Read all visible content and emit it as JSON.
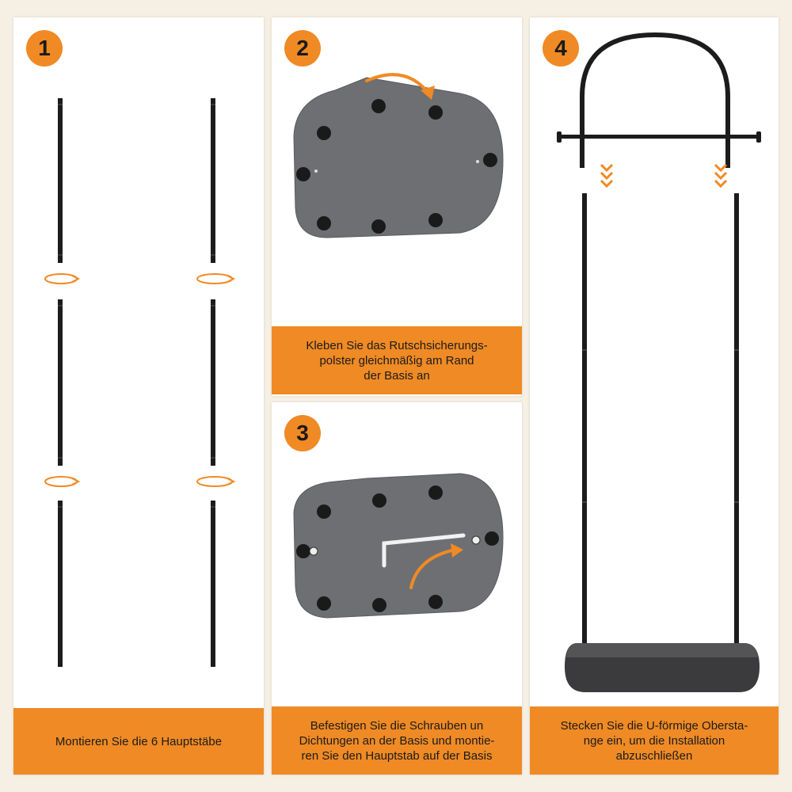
{
  "steps": [
    {
      "number": "1",
      "caption": "Montieren Sie die 6 Hauptstäbe"
    },
    {
      "number": "2",
      "caption": "Kleben Sie das Rutschsicherungs-\npolster gleichmäßig am Rand\nder Basis an"
    },
    {
      "number": "3",
      "caption": "Befestigen Sie die Schrauben un\nDichtungen an der Basis und montie-\nren Sie den Hauptstab auf der Basis"
    },
    {
      "number": "4",
      "caption": "Stecken Sie die U-förmige Obersta-\nnge ein, um die Installation\nabzuschließen"
    }
  ],
  "colors": {
    "accent": "#f08a24",
    "caption_bg": "#ef8a25",
    "base_gray": "#6e6f72",
    "rod": "#1c1c1c"
  }
}
